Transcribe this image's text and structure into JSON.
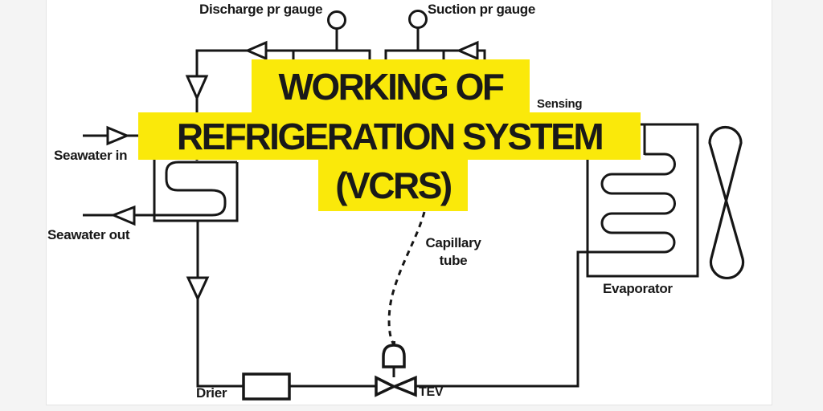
{
  "page": {
    "background": "#f4f4f4",
    "card_background": "#ffffff"
  },
  "title": {
    "lines": [
      "WORKING OF",
      "REFRIGERATION SYSTEM",
      "(VCRS)"
    ],
    "highlight_color": "#fae90a",
    "text_color": "#191919"
  },
  "diagram": {
    "line_color": "#161616",
    "labels": {
      "discharge_gauge": "Discharge pr gauge",
      "suction_gauge": "Suction pr gauge",
      "sensing": "Sensing",
      "seawater_in": "Seawater in",
      "seawater_out": "Seawater out",
      "capillary_line1": "Capillary",
      "capillary_line2": "tube",
      "evaporator": "Evaporator",
      "drier": "Drier",
      "tev": "TEV"
    }
  }
}
